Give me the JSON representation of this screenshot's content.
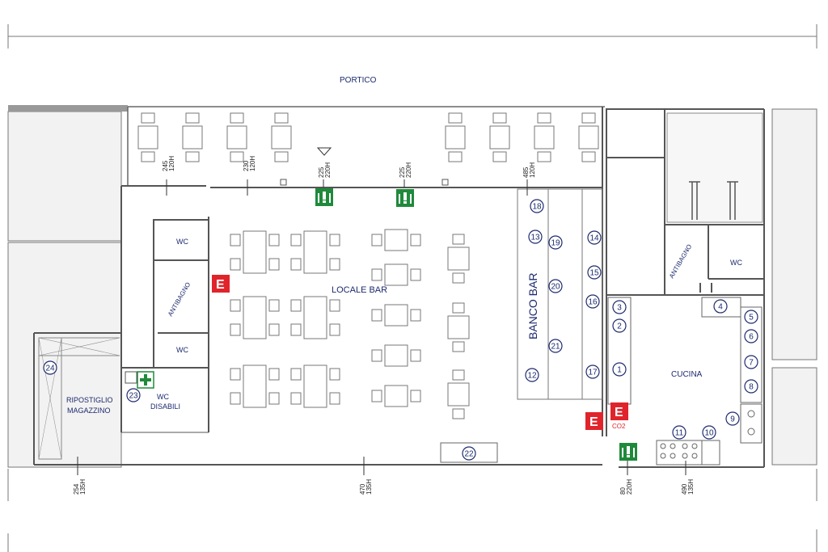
{
  "rooms": {
    "portico": "PORTICO",
    "locale_bar": "LOCALE BAR",
    "wc_1": "WC",
    "wc_2": "WC",
    "wc_3": "WC",
    "antibagno_1": "ANTIBAGNO",
    "antibagno_2": "ANTIBAGNO",
    "wc_disabili_line1": "WC",
    "wc_disabili_line2": "DISABILI",
    "ripostiglio_line1": "RIPOSTIGLIO",
    "ripostiglio_line2": "MAGAZZINO",
    "banco_bar": "BANCO BAR",
    "cucina": "CUCINA"
  },
  "openings": [
    {
      "width": "245",
      "height": "120H"
    },
    {
      "width": "230",
      "height": "120H"
    },
    {
      "width": "225",
      "height": "220H"
    },
    {
      "width": "225",
      "height": "220H"
    },
    {
      "width": "485",
      "height": "120H"
    },
    {
      "width": "254",
      "height": "135H"
    },
    {
      "width": "470",
      "height": "135H"
    },
    {
      "width": "80",
      "height": "220H"
    },
    {
      "width": "490",
      "height": "135H"
    }
  ],
  "markers": [
    "1",
    "2",
    "3",
    "4",
    "5",
    "6",
    "7",
    "8",
    "9",
    "10",
    "11",
    "12",
    "13",
    "14",
    "15",
    "16",
    "17",
    "18",
    "19",
    "20",
    "21",
    "22",
    "23",
    "24"
  ],
  "extinguishers": {
    "letter": "E",
    "co2_label": "CO2"
  },
  "colors": {
    "exit_green": "#1f8a3b",
    "extinguisher_red": "#e0242b",
    "label_blue": "#1d2a6e",
    "wall": "#555555"
  }
}
